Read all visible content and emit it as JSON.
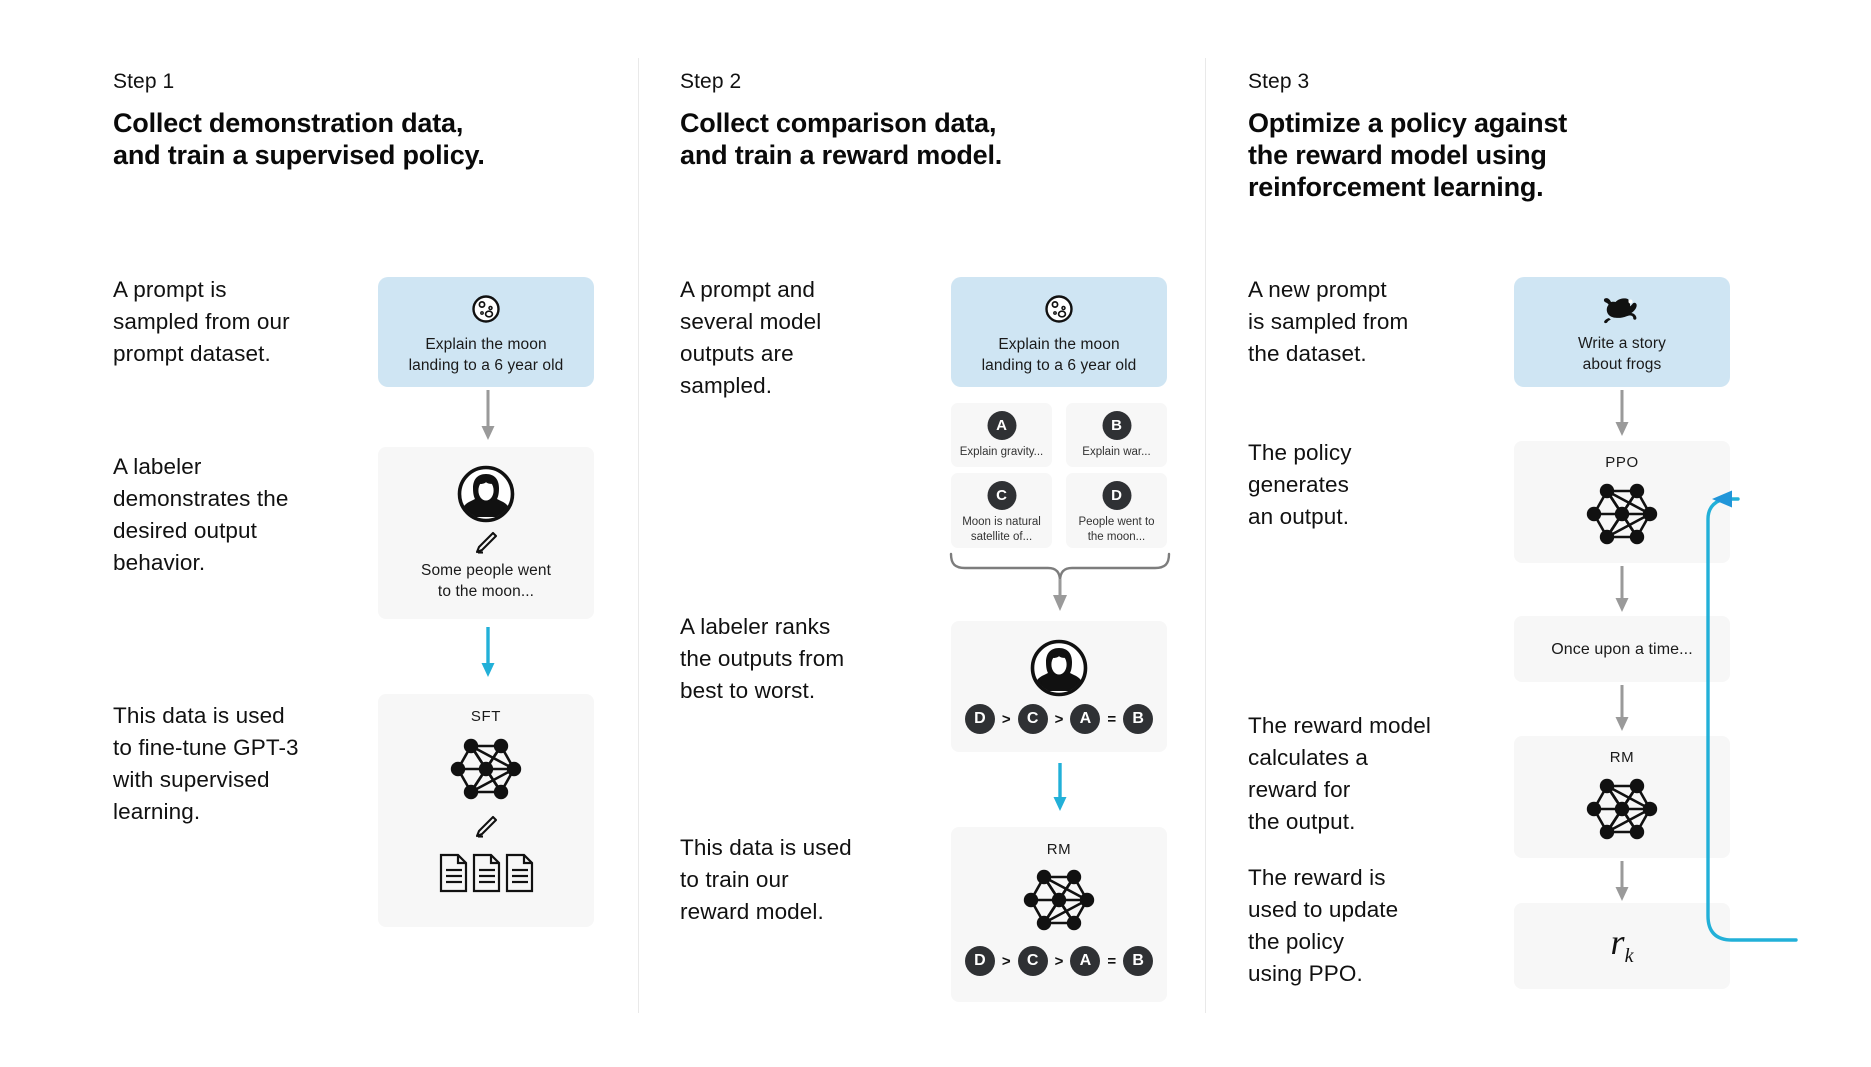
{
  "colors": {
    "prompt_bg": "#cfe5f3",
    "card_bg": "#f7f7f7",
    "badge": "#2f3134",
    "arrow_gray": "#9a9a9a",
    "arrow_cyan": "#22b0d8",
    "divider": "#e9e9e9",
    "text": "#111111"
  },
  "steps": [
    {
      "label": "Step 1",
      "title": "Collect demonstration data,\nand train a supervised policy.",
      "paragraphs": [
        "A prompt is\nsampled from our\nprompt dataset.",
        "A labeler\ndemonstrates the\ndesired output\nbehavior.",
        "This data is used\nto fine-tune GPT-3\nwith supervised\nlearning."
      ],
      "prompt_card": {
        "icon": "moon-icon",
        "text": "Explain the moon\nlanding to a 6 year old"
      },
      "labeler_card": {
        "icon": "labeler-avatar-icon",
        "pencil": "pencil-icon",
        "text": "Some people went\nto the moon..."
      },
      "model_card": {
        "label": "SFT",
        "icon": "neural-network-icon",
        "pencil": "pencil-icon",
        "docs": "documents-icon"
      }
    },
    {
      "label": "Step 2",
      "title": "Collect comparison data,\nand train a reward model.",
      "paragraphs": [
        "A prompt and\nseveral model\noutputs are\nsampled.",
        "A labeler ranks\nthe outputs from\nbest to worst.",
        "This data is used\nto train our\nreward model."
      ],
      "prompt_card": {
        "icon": "moon-icon",
        "text": "Explain the moon\nlanding to a 6 year old"
      },
      "outputs": [
        {
          "badge": "A",
          "text": "Explain gravity..."
        },
        {
          "badge": "B",
          "text": "Explain war..."
        },
        {
          "badge": "C",
          "text": "Moon is natural\nsatellite of..."
        },
        {
          "badge": "D",
          "text": "People went to\nthe moon..."
        }
      ],
      "labeler_card": {
        "icon": "labeler-avatar-icon",
        "ranking": [
          "D",
          ">",
          "C",
          ">",
          "A",
          "=",
          "B"
        ]
      },
      "model_card": {
        "label": "RM",
        "icon": "neural-network-icon",
        "ranking": [
          "D",
          ">",
          "C",
          ">",
          "A",
          "=",
          "B"
        ]
      }
    },
    {
      "label": "Step 3",
      "title": "Optimize a policy against\nthe reward model using\nreinforcement learning.",
      "paragraphs": [
        "A new prompt\nis sampled from\nthe dataset.",
        "The policy\ngenerates\nan output.",
        "The reward model\ncalculates a\nreward for\nthe output.",
        "The reward is\nused to update\nthe policy\nusing PPO."
      ],
      "prompt_card": {
        "icon": "frog-icon",
        "text": "Write a story\nabout frogs"
      },
      "policy_card": {
        "label": "PPO",
        "icon": "neural-network-icon"
      },
      "output_card": {
        "text": "Once upon a time..."
      },
      "reward_card": {
        "label": "RM",
        "icon": "neural-network-icon"
      },
      "reward_value": {
        "symbol": "r",
        "subscript": "k"
      }
    }
  ]
}
